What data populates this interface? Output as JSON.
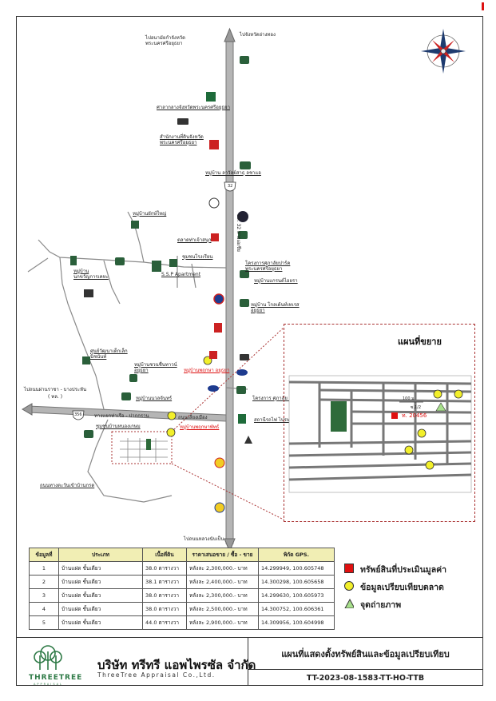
{
  "map": {
    "top_left_label": "ไปอนามัยกำจังหวัด\nพระนครศรีอยุธยา",
    "top_right_label": "ไปจังหวัดอ่างทอง",
    "bottom_label": "ไปถนนหลวงนับเป็น",
    "left_label": "ไปถนนผ่านราชา - บางประหัน",
    "left_label_sub": "( ทล. )",
    "bottom_left_label": "ถนนทางตะวันเข้าบ้านกรด",
    "highway_route": "32",
    "highway_route_west": "356",
    "landmarks": [
      {
        "label": "ศาลากลางจังหวัดพระนครศรีอยุธยา"
      },
      {
        "label": "สำนักงานที่ดินจังหวัด\nพระนครศรีอยุธยา"
      },
      {
        "label": "หมู่บ้าน ลาวัลย์สาธุ ลชาแอ"
      },
      {
        "label": "หมู่บ้านยักษ์ใหญ่"
      },
      {
        "label": "ตลาดท่าเจ้าสนุก"
      },
      {
        "label": "ชุมชนโรงเรียน"
      },
      {
        "label": "หมู่บ้าน\nนกขวัญการเคหะ"
      },
      {
        "label": "S.S.P Apartment"
      },
      {
        "label": "โครงการศุภาลัยปาร์ค\nพระนครศรีอยุธยา"
      },
      {
        "label": "หมู่บ้านแกรนด์ไอยรา"
      },
      {
        "label": "หมู่บ้าน โกลเด้นท์เทเรส\nอยุธยา"
      },
      {
        "label": "ศูนย์วัฒนาเด็กเล็ก\nนิชนันท์"
      },
      {
        "label": "หมู่บ้านชวนชื่นทาวน์\nอยุธยา"
      },
      {
        "label": "หมู่บ้านพฤกษา อยุธยา"
      },
      {
        "label": "หมู่บ้านนวลจันทร์"
      },
      {
        "label": "โครงการ ศุภาลัย อยุธยา"
      },
      {
        "label": "หมู่บ้านพฤกษาพัทธ์"
      },
      {
        "label": "ชุมชนบ้านหนองเกษม"
      },
      {
        "label": "สถานีรถไฟ ไปรษณีย์"
      },
      {
        "label": "ถนนเลี่ยงเมือง"
      },
      {
        "label": "ทล. 32 สายเอเชีย"
      },
      {
        "label": "ทางแยกท่าเรือ - ปากกราน"
      }
    ]
  },
  "inset": {
    "title": "แผนที่ขยาย",
    "scale": "100 ม.",
    "scale_sub": "ซ.1/2",
    "subject_label": "ท. 20456"
  },
  "table": {
    "headers": [
      "ข้อมูลที่",
      "ประเภท",
      "เนื้อที่ดิน",
      "ราคาเสนอขาย / ซื้อ - ขาย",
      "พิกัด GPS."
    ],
    "rows": [
      [
        "1",
        "บ้านแฝด ชั้นเดียว",
        "38.0 ตารางวา",
        "หลังละ 2,300,000.- บาท",
        "14.299949, 100.605748"
      ],
      [
        "2",
        "บ้านแฝด ชั้นเดียว",
        "38.1 ตารางวา",
        "หลังละ 2,400,000.- บาท",
        "14.300298, 100.605658"
      ],
      [
        "3",
        "บ้านแฝด ชั้นเดียว",
        "38.0 ตารางวา",
        "หลังละ 2,300,000.- บาท",
        "14.299630, 100.605973"
      ],
      [
        "4",
        "บ้านแฝด ชั้นเดียว",
        "38.0 ตารางวา",
        "หลังละ 2,500,000.- บาท",
        "14.300752, 100.606361"
      ],
      [
        "5",
        "บ้านแฝด ชั้นเดียว",
        "44.0 ตารางวา",
        "หลังละ 2,900,000.- บาท",
        "14.309956, 100.604998"
      ]
    ]
  },
  "legend": [
    {
      "label": "ทรัพย์สินที่ประเมินมูลค่า",
      "color": "#e01010",
      "shape": "square"
    },
    {
      "label": "ข้อมูลเปรียบเทียบตลาด",
      "color": "#f2ef2a",
      "shape": "circle"
    },
    {
      "label": "จุดถ่ายภาพ",
      "color": "#a8e08c",
      "shape": "triangle"
    }
  ],
  "footer": {
    "company_th": "บริษัท ทรีทรี แอพไพรซัล จำกัด",
    "company_en": "ThreeTree Appraisal Co.,Ltd.",
    "logo_text": "THREETREE",
    "logo_sub": "APPRAISAL",
    "doc_title": "แผนที่แสดงตั้งทรัพย์สินและข้อมูลเปรียบเทียบ",
    "doc_code": "TT-2023-08-1583-TT-HO-TTB"
  },
  "colors": {
    "road": "#8a8a8a",
    "road_fill": "#b5b5b5",
    "accent_red": "#e01010",
    "comparable_yellow": "#f2ef2a",
    "photo_green": "#a8e08c",
    "brand_green": "#2e7a46",
    "table_header": "#f1eeb4"
  }
}
